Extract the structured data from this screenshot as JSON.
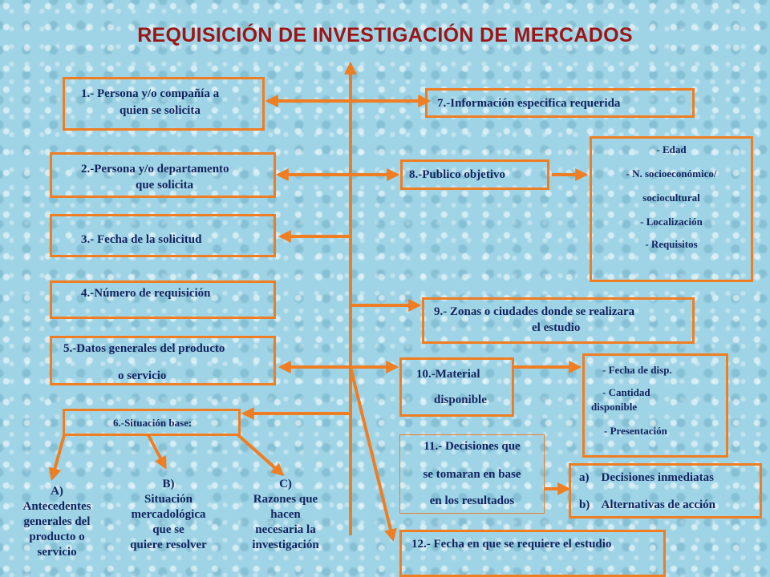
{
  "title": "REQUISICIÓN DE INVESTIGACIÓN DE MERCADOS",
  "colors": {
    "accent": "#ef7d22",
    "title": "#9c1515",
    "text": "#12235e",
    "background": "#9fd4e6"
  },
  "left_items": {
    "item1": {
      "line1": "1.- Persona y/o compañía a",
      "line2": "quien se solicita"
    },
    "item2": {
      "line1": "2.-Persona y/o departamento",
      "line2": "que solicita"
    },
    "item3": "3.- Fecha de la solicitud",
    "item4": "4.-Número de requisición",
    "item5": {
      "line1": "5.-Datos generales del producto",
      "line2": "o servicio"
    },
    "item6": "6.-Situación base:"
  },
  "situacion_base": {
    "a": {
      "label": "A)",
      "lines": [
        "Antecedentes",
        "generales del",
        "producto o",
        "servicio"
      ]
    },
    "b": {
      "label": "B)",
      "lines": [
        "Situación",
        "mercadológica",
        "que se",
        "quiere resolver"
      ]
    },
    "c": {
      "label": "C)",
      "lines": [
        "Razones que",
        "hacen",
        "necesaria la",
        "investigación"
      ]
    }
  },
  "right_items": {
    "item7": "7.-Información especifica requerida",
    "item8": "8.-Publico objetivo",
    "item9": {
      "line1": "9.- Zonas o ciudades donde se realizara",
      "line2": "el estudio"
    },
    "item10": {
      "line1": "10.-Material",
      "line2": "disponible"
    },
    "item11": {
      "line1": "11.- Decisiones que",
      "line2": "se tomaran en base",
      "line3": "en los resultados"
    },
    "item12": "12.- Fecha en que se requiere el estudio"
  },
  "publico_objetivo_details": [
    "- Edad",
    "- N. socioeconómico/",
    "sociocultural",
    "- Localización",
    "- Requisitos"
  ],
  "material_details": [
    "- Fecha de disp.",
    "- Cantidad",
    "disponible",
    "- Presentación"
  ],
  "decisiones_details": [
    "a)    Decisiones inmediatas",
    "b)    Alternativas de acción"
  ]
}
